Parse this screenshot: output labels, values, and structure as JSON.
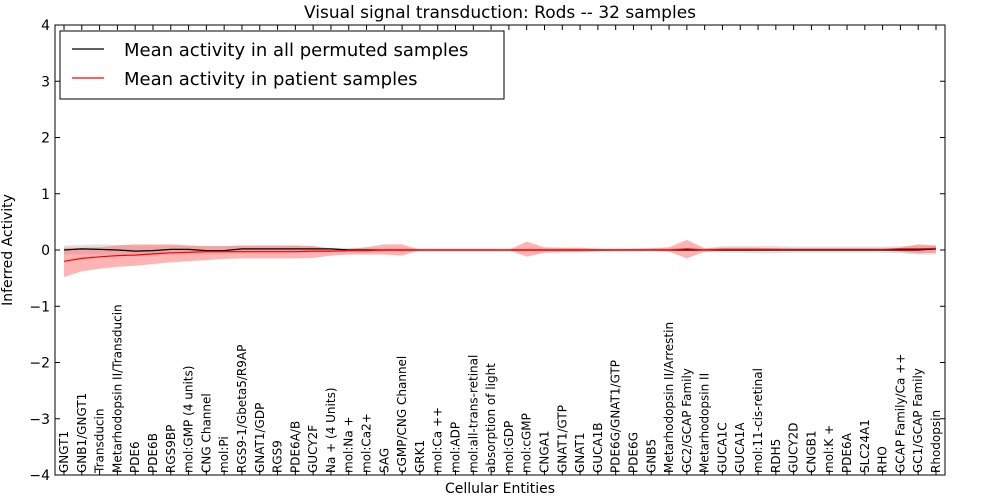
{
  "chart_data": {
    "type": "line",
    "title": "Visual signal transduction: Rods -- 32 samples",
    "xlabel": "Cellular Entities",
    "ylabel": "Inferred Activity",
    "ylim": [
      -4,
      4
    ],
    "yticks": [
      -4,
      -3,
      -2,
      -1,
      0,
      1,
      2,
      3,
      4
    ],
    "ytick_labels": [
      "−4",
      "−3",
      "−2",
      "−1",
      "0",
      "1",
      "2",
      "3",
      "4"
    ],
    "grid": false,
    "legend_position": "top-left",
    "categories": [
      "GNGT1",
      "GNB1/GNGT1",
      "Transducin",
      "Metarhodopsin II/Transducin",
      "PDE6",
      "PDE6B",
      "RGS9BP",
      "mol:GMP (4 units)",
      "CNG Channel",
      "mol:Pi",
      "RGS9-1/Gbeta5/R9AP",
      "GNAT1/GDP",
      "RGS9",
      "PDE6A/B",
      "GUCY2F",
      "Na + (4 Units)",
      "mol:Na +",
      "mol:Ca2+",
      "SAG",
      "cGMP/CNG Channel",
      "GRK1",
      "mol:Ca ++",
      "mol:ADP",
      "mol:all-trans-retinal",
      "absorption of light",
      "mol:GDP",
      "mol:cGMP",
      "CNGA1",
      "GNAT1/GTP",
      "GNAT1",
      "GUCA1B",
      "PDE6G/GNAT1/GTP",
      "PDE6G",
      "GNB5",
      "Metarhodopsin II/Arrestin",
      "GC2/GCAP Family",
      "Metarhodopsin II",
      "GUCA1C",
      "GUCA1A",
      "mol:11-cis-retinal",
      "RDH5",
      "GUCY2D",
      "CNGB1",
      "mol:K +",
      "PDE6A",
      "SLC24A1",
      "RHO",
      "GCAP Family/Ca ++",
      "GC1/GCAP Family",
      "Rhodopsin"
    ],
    "series": [
      {
        "name": "Mean activity in all permuted samples",
        "color": "#000000",
        "band_color": "#c8c8c8",
        "values": [
          0.0,
          0.02,
          0.01,
          0.0,
          -0.02,
          -0.01,
          0.01,
          0.01,
          -0.01,
          -0.01,
          0.02,
          0.02,
          0.02,
          0.02,
          0.02,
          0.02,
          0.0,
          0.0,
          0.0,
          0.0,
          0.0,
          0.0,
          0.0,
          0.0,
          0.0,
          0.0,
          0.0,
          0.0,
          0.0,
          0.0,
          0.0,
          0.0,
          0.0,
          0.0,
          0.0,
          0.0,
          0.0,
          0.0,
          0.0,
          0.0,
          0.0,
          0.0,
          0.0,
          0.0,
          0.0,
          0.0,
          0.0,
          0.0,
          0.0,
          0.02
        ],
        "lower": [
          -0.08,
          -0.08,
          -0.08,
          -0.08,
          -0.1,
          -0.1,
          -0.08,
          -0.08,
          -0.08,
          -0.08,
          -0.06,
          -0.05,
          -0.05,
          -0.05,
          -0.05,
          -0.04,
          -0.04,
          -0.04,
          -0.04,
          -0.04,
          -0.03,
          -0.03,
          -0.03,
          -0.03,
          -0.03,
          -0.03,
          -0.03,
          -0.03,
          -0.03,
          -0.03,
          -0.03,
          -0.03,
          -0.03,
          -0.03,
          -0.03,
          -0.03,
          -0.03,
          -0.05,
          -0.05,
          -0.06,
          -0.06,
          -0.05,
          -0.05,
          -0.05,
          -0.05,
          -0.05,
          -0.05,
          -0.06,
          -0.08,
          -0.08
        ],
        "upper": [
          0.08,
          0.09,
          0.1,
          0.09,
          0.08,
          0.08,
          0.08,
          0.08,
          0.07,
          0.07,
          0.08,
          0.08,
          0.08,
          0.08,
          0.07,
          0.04,
          0.04,
          0.04,
          0.04,
          0.04,
          0.03,
          0.03,
          0.03,
          0.03,
          0.03,
          0.03,
          0.03,
          0.03,
          0.03,
          0.03,
          0.03,
          0.03,
          0.03,
          0.03,
          0.03,
          0.03,
          0.03,
          0.07,
          0.07,
          0.07,
          0.07,
          0.06,
          0.06,
          0.06,
          0.06,
          0.06,
          0.06,
          0.07,
          0.08,
          0.08
        ]
      },
      {
        "name": "Mean activity in patient samples",
        "color": "#ff0000",
        "band_color": "#ff6a6a",
        "values": [
          -0.2,
          -0.15,
          -0.12,
          -0.1,
          -0.09,
          -0.07,
          -0.05,
          -0.04,
          -0.03,
          -0.03,
          -0.03,
          -0.03,
          -0.03,
          -0.03,
          -0.02,
          -0.02,
          -0.01,
          -0.01,
          0.0,
          0.0,
          0.0,
          0.0,
          0.0,
          0.0,
          0.0,
          0.0,
          0.0,
          0.0,
          0.0,
          0.0,
          0.0,
          0.0,
          0.0,
          0.0,
          0.0,
          0.02,
          0.0,
          0.01,
          0.01,
          0.01,
          0.01,
          0.01,
          0.01,
          0.01,
          0.01,
          0.01,
          0.01,
          0.02,
          0.02,
          0.03
        ],
        "lower": [
          -0.48,
          -0.38,
          -0.33,
          -0.3,
          -0.28,
          -0.25,
          -0.22,
          -0.2,
          -0.18,
          -0.16,
          -0.15,
          -0.15,
          -0.15,
          -0.15,
          -0.14,
          -0.1,
          -0.08,
          -0.08,
          -0.08,
          -0.1,
          0.0,
          0.0,
          0.0,
          0.0,
          0.0,
          0.0,
          -0.12,
          -0.05,
          -0.04,
          -0.04,
          -0.02,
          -0.01,
          0.0,
          0.0,
          -0.03,
          -0.15,
          -0.03,
          -0.02,
          -0.02,
          -0.02,
          -0.01,
          -0.01,
          -0.01,
          -0.01,
          -0.01,
          -0.01,
          -0.01,
          -0.03,
          -0.06,
          -0.05
        ],
        "upper": [
          0.04,
          0.04,
          0.05,
          0.08,
          0.1,
          0.1,
          0.1,
          0.08,
          0.07,
          0.07,
          0.08,
          0.08,
          0.08,
          0.08,
          0.07,
          0.02,
          0.02,
          0.05,
          0.1,
          0.1,
          0.0,
          0.0,
          0.0,
          0.0,
          0.0,
          0.0,
          0.15,
          0.05,
          0.04,
          0.04,
          0.02,
          0.01,
          0.02,
          0.03,
          0.05,
          0.18,
          0.03,
          0.04,
          0.04,
          0.04,
          0.03,
          0.02,
          0.02,
          0.02,
          0.02,
          0.02,
          0.02,
          0.04,
          0.1,
          0.08
        ]
      }
    ]
  }
}
